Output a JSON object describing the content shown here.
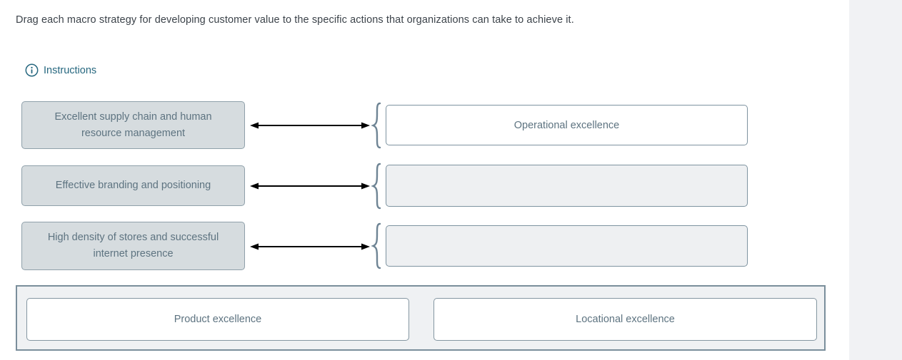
{
  "prompt": "Drag each macro strategy for developing customer value to the specific actions that organizations can take to achieve it.",
  "instructions": {
    "label": "Instructions",
    "icon": "info-circle-icon"
  },
  "rows": [
    {
      "source": "Excellent supply chain and human resource management",
      "target": "Operational excellence",
      "state": "filled"
    },
    {
      "source": "Effective branding and positioning",
      "target": "",
      "state": "empty"
    },
    {
      "source": "High density of stores and successful internet presence",
      "target": "",
      "state": "empty"
    }
  ],
  "tray": {
    "items": [
      "Product excellence",
      "Locational excellence"
    ]
  },
  "colors": {
    "link": "#26677f",
    "source_box_bg": "#d6dcdf",
    "source_box_border": "#8fa0aa",
    "target_box_border": "#7e93a0",
    "empty_target_bg": "#eef0f2",
    "filled_target_bg": "#ffffff",
    "tray_bg": "#eff1f3",
    "tray_border": "#7a8e9b",
    "box_text": "#5d7380",
    "prompt_text": "#3c434a",
    "arrow": "#000000",
    "brace": "#6e8494",
    "gutter_bg": "#f1f2f4"
  }
}
